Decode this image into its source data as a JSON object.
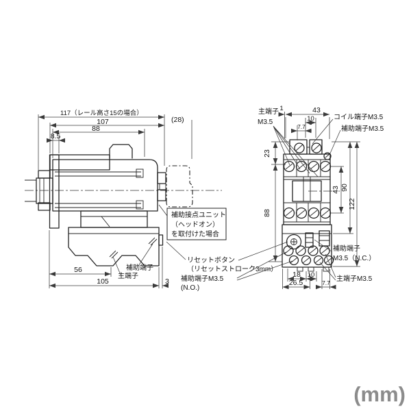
{
  "unit_label": "(mm)",
  "side_view": {
    "dims": {
      "overall_with_rail": "117（レール高さ15の場合）",
      "attachment_depth": "(28)",
      "body_depth": "107",
      "upper_depth": "88",
      "flange": "8.5",
      "lower_56": "56",
      "lower_105": "105",
      "reset_protrusion": "3"
    },
    "labels": {
      "aux_terminal": "補助端子",
      "main_terminal": "主端子"
    },
    "callouts": {
      "aux_unit_1": "補助接点ユニット",
      "aux_unit_2": "（ヘッドオン）",
      "aux_unit_3": "を取付けた場合",
      "reset_1": "リセットボタン",
      "reset_2": "（リセットストローク3mm）",
      "aux_no_1": "補助端子M3.5",
      "aux_no_2": "(N.O.)"
    }
  },
  "front_view": {
    "dims": {
      "offset_1": "1",
      "width_43": "43",
      "coil_10": "10",
      "coil_7_7": "7.7",
      "top_23": "23",
      "body_88": "88",
      "contact_43": "43",
      "height_90": "90",
      "height_122": "122",
      "bottom_18": "18",
      "bottom_10": "10",
      "bottom_26_5": "26.5",
      "bottom_7_7": "7.7"
    },
    "labels": {
      "main_terminal_1": "主端子",
      "main_terminal_2": "M3.5",
      "coil_terminal": "コイル端子M3.5",
      "aux_terminal_top": "補助端子M3.5",
      "aux_nc_1": "補助端子",
      "aux_nc_2": "M3.5（N.C.）",
      "main_terminal_bottom": "主端子M3.5"
    }
  },
  "colors": {
    "line": "#222222",
    "dim_line": "#3a3a3a",
    "text": "#111111",
    "unit": "#8c8c8c",
    "background": "#ffffff"
  }
}
